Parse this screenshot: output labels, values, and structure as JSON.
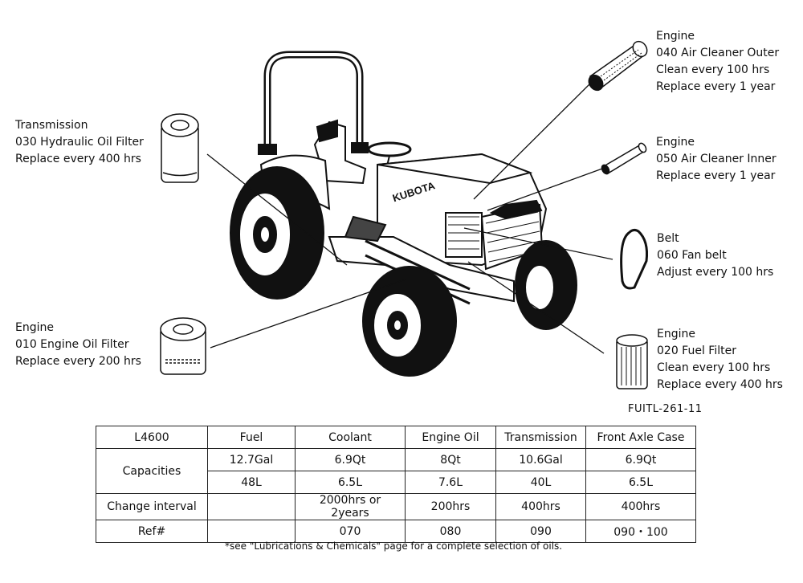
{
  "callouts": {
    "transmission": {
      "title": "Transmission",
      "line1": "030 Hydraulic Oil Filter",
      "line2": "Replace every 400 hrs"
    },
    "engine_oil": {
      "title": "Engine",
      "line1": "010 Engine Oil Filter",
      "line2": "Replace every 200 hrs"
    },
    "air_outer": {
      "title": "Engine",
      "line1": "040 Air Cleaner Outer",
      "line2": "Clean every 100 hrs",
      "line3": "Replace every 1 year"
    },
    "air_inner": {
      "title": "Engine",
      "line1": "050 Air Cleaner Inner",
      "line2": "Replace every 1 year"
    },
    "belt": {
      "title": "Belt",
      "line1": "060 Fan belt",
      "line2": "Adjust every 100 hrs"
    },
    "fuel_filter": {
      "title": "Engine",
      "line1": "020 Fuel Filter",
      "line2": "Clean every 100 hrs",
      "line3": "Replace every 400 hrs"
    }
  },
  "brand_on_hood": "KUBOTA",
  "figure_code": "FUITL-261-11",
  "table": {
    "model": "L4600",
    "headers": [
      "Fuel",
      "Coolant",
      "Engine Oil",
      "Transmission",
      "Front Axle Case"
    ],
    "capacities_label": "Capacities",
    "capacities_us": [
      "12.7Gal",
      "6.9Qt",
      "8Qt",
      "10.6Gal",
      "6.9Qt"
    ],
    "capacities_metric": [
      "48L",
      "6.5L",
      "7.6L",
      "40L",
      "6.5L"
    ],
    "interval_label": "Change interval",
    "intervals": [
      "",
      "2000hrs or 2years",
      "200hrs",
      "400hrs",
      "400hrs"
    ],
    "ref_label": "Ref#",
    "refs": [
      "",
      "070",
      "080",
      "090",
      "090・100"
    ]
  },
  "footnote": "*see \"Lubrications & Chemicals\" page for a complete selection of oils."
}
